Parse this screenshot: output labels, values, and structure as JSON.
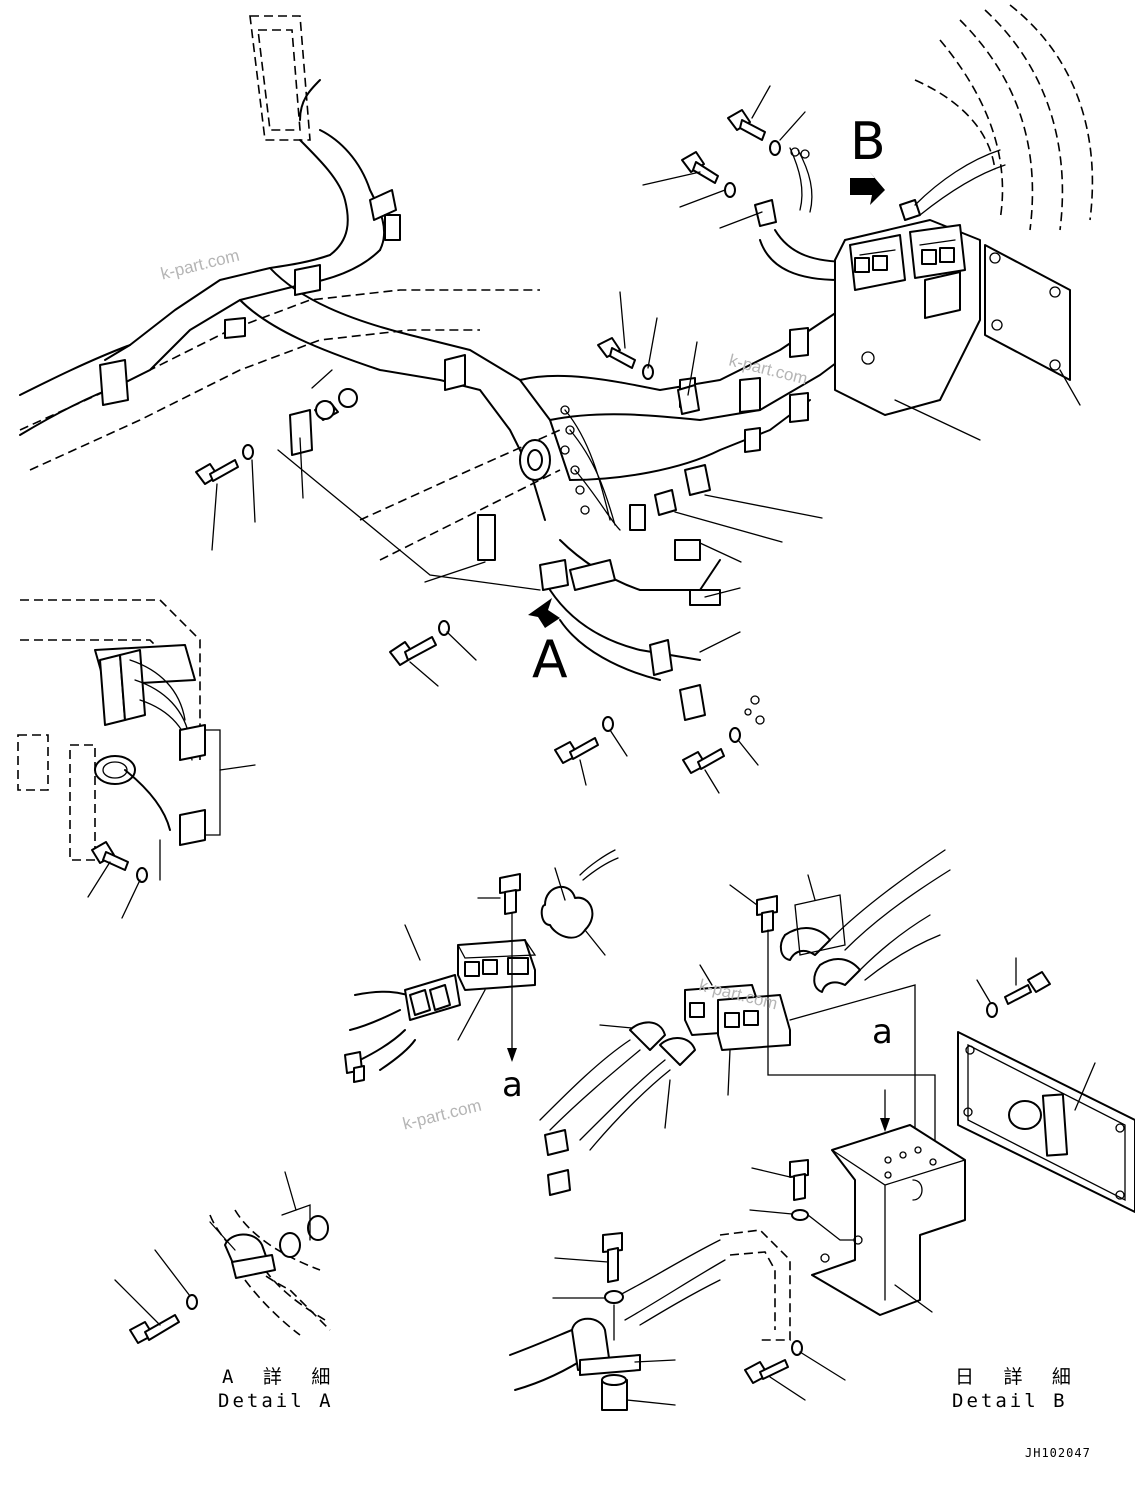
{
  "view_labels": {
    "view_a": "A",
    "view_b": "B",
    "ref_a_1": "a",
    "ref_a_2": "a"
  },
  "details": {
    "a_jp": "A 詳 細",
    "a_en": "Detail A",
    "b_jp": "日 詳 細",
    "b_en": "Detail B"
  },
  "drawing_code": "JH102047",
  "watermarks": [
    "k-part.com",
    "k-part.com",
    "k-part.com",
    "k-part.com"
  ],
  "colors": {
    "line": "#000000",
    "watermark": "#b5b5b5",
    "background": "#ffffff"
  }
}
